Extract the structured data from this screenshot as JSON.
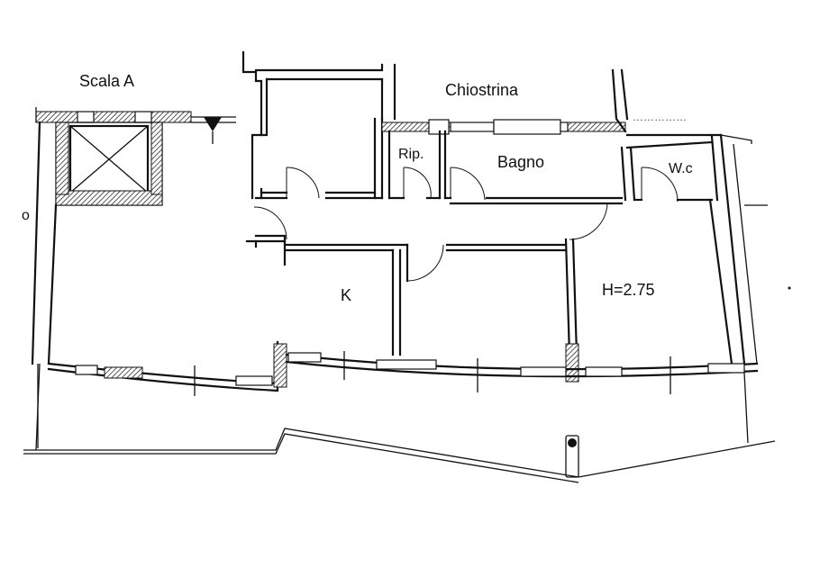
{
  "labels": {
    "scala": "Scala  A",
    "chiostrina": "Chiostrina",
    "rip": "Rip.",
    "bagno": "Bagno",
    "wc": "W.c",
    "kitchen": "K",
    "height": "H=2.75",
    "left_edge": "o",
    "top_right_faint": "……………"
  }
}
